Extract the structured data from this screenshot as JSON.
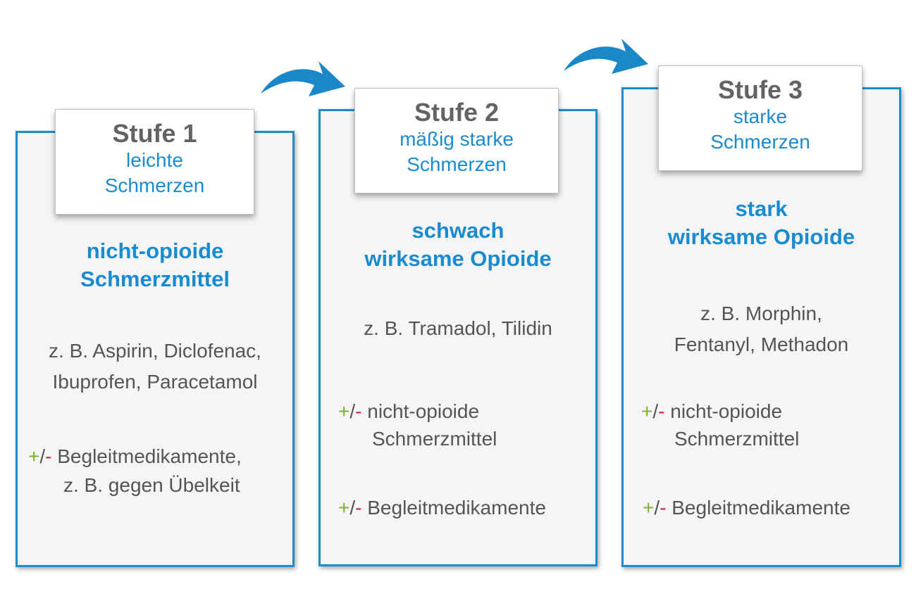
{
  "steps": [
    {
      "stufe": "Stufe 1",
      "pain_line1": "leichte",
      "pain_line2": "Schmerzen",
      "class_line1": "nicht-opioide",
      "class_line2": "Schmerzmittel",
      "examples_line1": "z. B. Aspirin, Diclofenac,",
      "examples_line2": "Ibuprofen, Paracetamol",
      "adjunct": [
        {
          "text": "Begleitmedikamente,"
        },
        {
          "text": "z. B. gegen Übelkeit"
        }
      ]
    },
    {
      "stufe": "Stufe 2",
      "pain_line1": "mäßig starke",
      "pain_line2": "Schmerzen",
      "class_line1": "schwach",
      "class_line2": "wirksame Opioide",
      "examples_line1": "z. B. Tramadol, Tilidin",
      "adjunct": [
        {
          "text": "nicht-opioide"
        },
        {
          "text": "Schmerzmittel"
        },
        {
          "text": "Begleitmedikamente"
        }
      ]
    },
    {
      "stufe": "Stufe 3",
      "pain_line1": "starke",
      "pain_line2": "Schmerzen",
      "class_line1": "stark",
      "class_line2": "wirksame Opioide",
      "examples_line1": "z. B. Morphin,",
      "examples_line2": "Fentanyl, Methadon",
      "adjunct": [
        {
          "text": "nicht-opioide"
        },
        {
          "text": "Schmerzmittel"
        },
        {
          "text": "Begleitmedikamente"
        }
      ]
    }
  ],
  "markers": {
    "plus": "+",
    "slash": "/",
    "minus": "-"
  },
  "colors": {
    "panel_border": "#1d8ccf",
    "panel_fill": "#f5f5f7",
    "heading_blue": "#1b8bcf",
    "title_gray": "#636363",
    "text_gray": "#555555",
    "plus_green": "#7db22f",
    "minus_red": "#c0283c",
    "arrow_blue": "#1a87c9"
  },
  "icons": [
    "curved-arrow-icon",
    "curved-arrow-icon"
  ]
}
